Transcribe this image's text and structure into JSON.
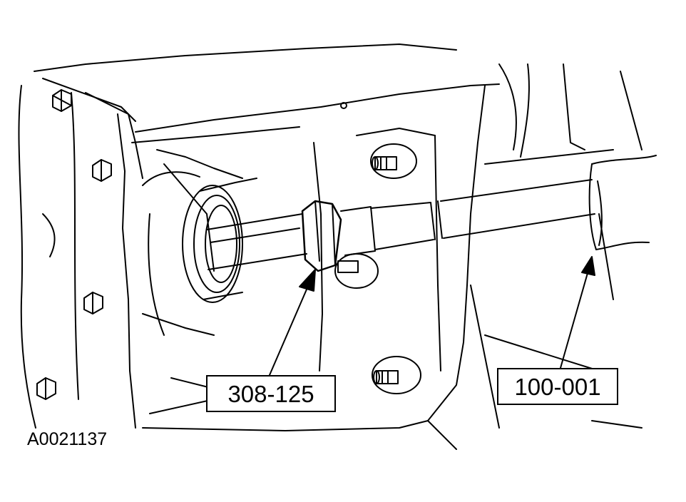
{
  "figure": {
    "id": "A0021137",
    "callouts": [
      {
        "label": "308-125",
        "points_to": "seal remover tool"
      },
      {
        "label": "100-001",
        "points_to": "slide hammer"
      }
    ]
  },
  "colors": {
    "line": "#000000",
    "background": "#ffffff"
  }
}
